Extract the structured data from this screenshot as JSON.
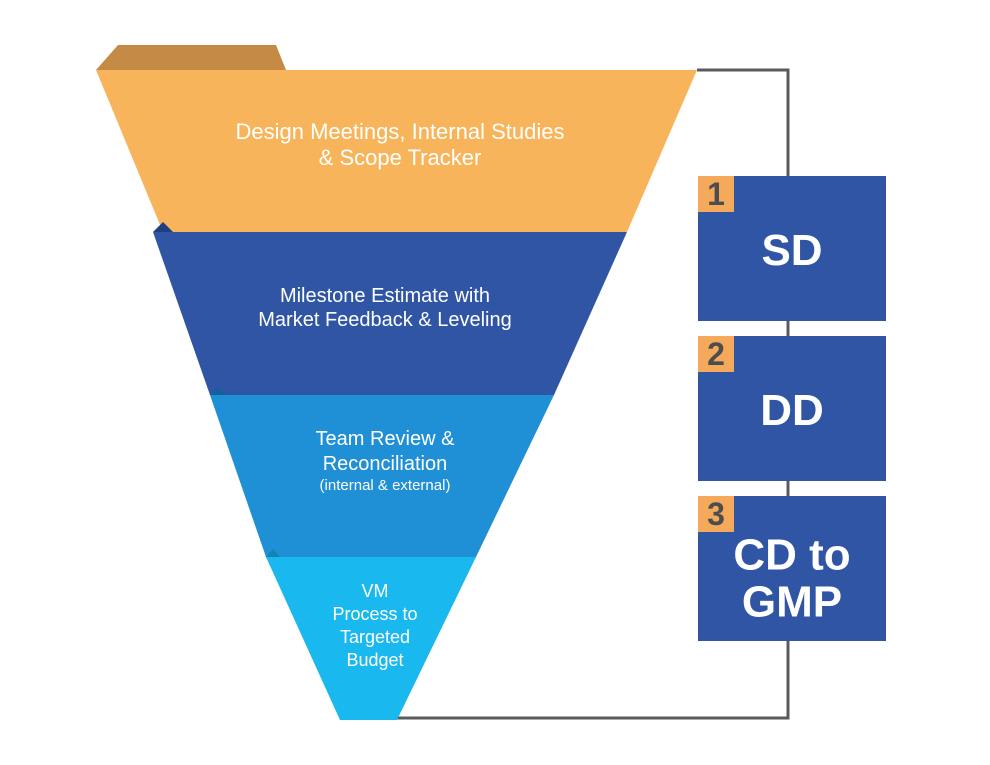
{
  "funnel": {
    "stage1": {
      "line1": "Design Meetings, Internal Studies",
      "line2": "& Scope Tracker",
      "color": "#f8b45a"
    },
    "stage2": {
      "line1": "Milestone Estimate with",
      "line2": "Market Feedback & Leveling",
      "color": "#2f55a4"
    },
    "stage3": {
      "line1": "Team Review &",
      "line2": "Reconciliation",
      "line3": "(internal & external)",
      "color": "#1f8fd6"
    },
    "stage4": {
      "line1": "VM",
      "line2": "Process to",
      "line3": "Targeted",
      "line4": "Budget",
      "color": "#19b9ef"
    }
  },
  "phases": [
    {
      "number": "1",
      "title_line1": "SD",
      "title_line2": ""
    },
    {
      "number": "2",
      "title_line1": "DD",
      "title_line2": ""
    },
    {
      "number": "3",
      "title_line1": "CD to",
      "title_line2": "GMP"
    }
  ],
  "colors": {
    "phase_box": "#2f55a4",
    "phase_number_bg": "#f5a95a",
    "connector": "#5a5a5a"
  }
}
